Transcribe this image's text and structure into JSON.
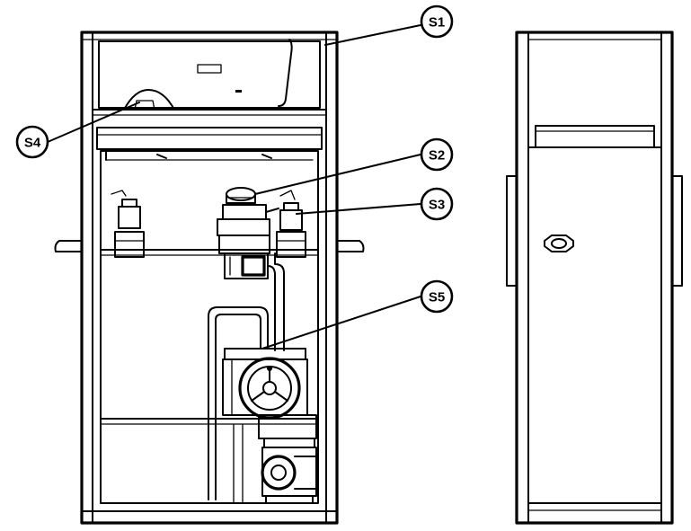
{
  "callouts": {
    "s1": "S1",
    "s2": "S2",
    "s3": "S3",
    "s4": "S4",
    "s5": "S5"
  }
}
